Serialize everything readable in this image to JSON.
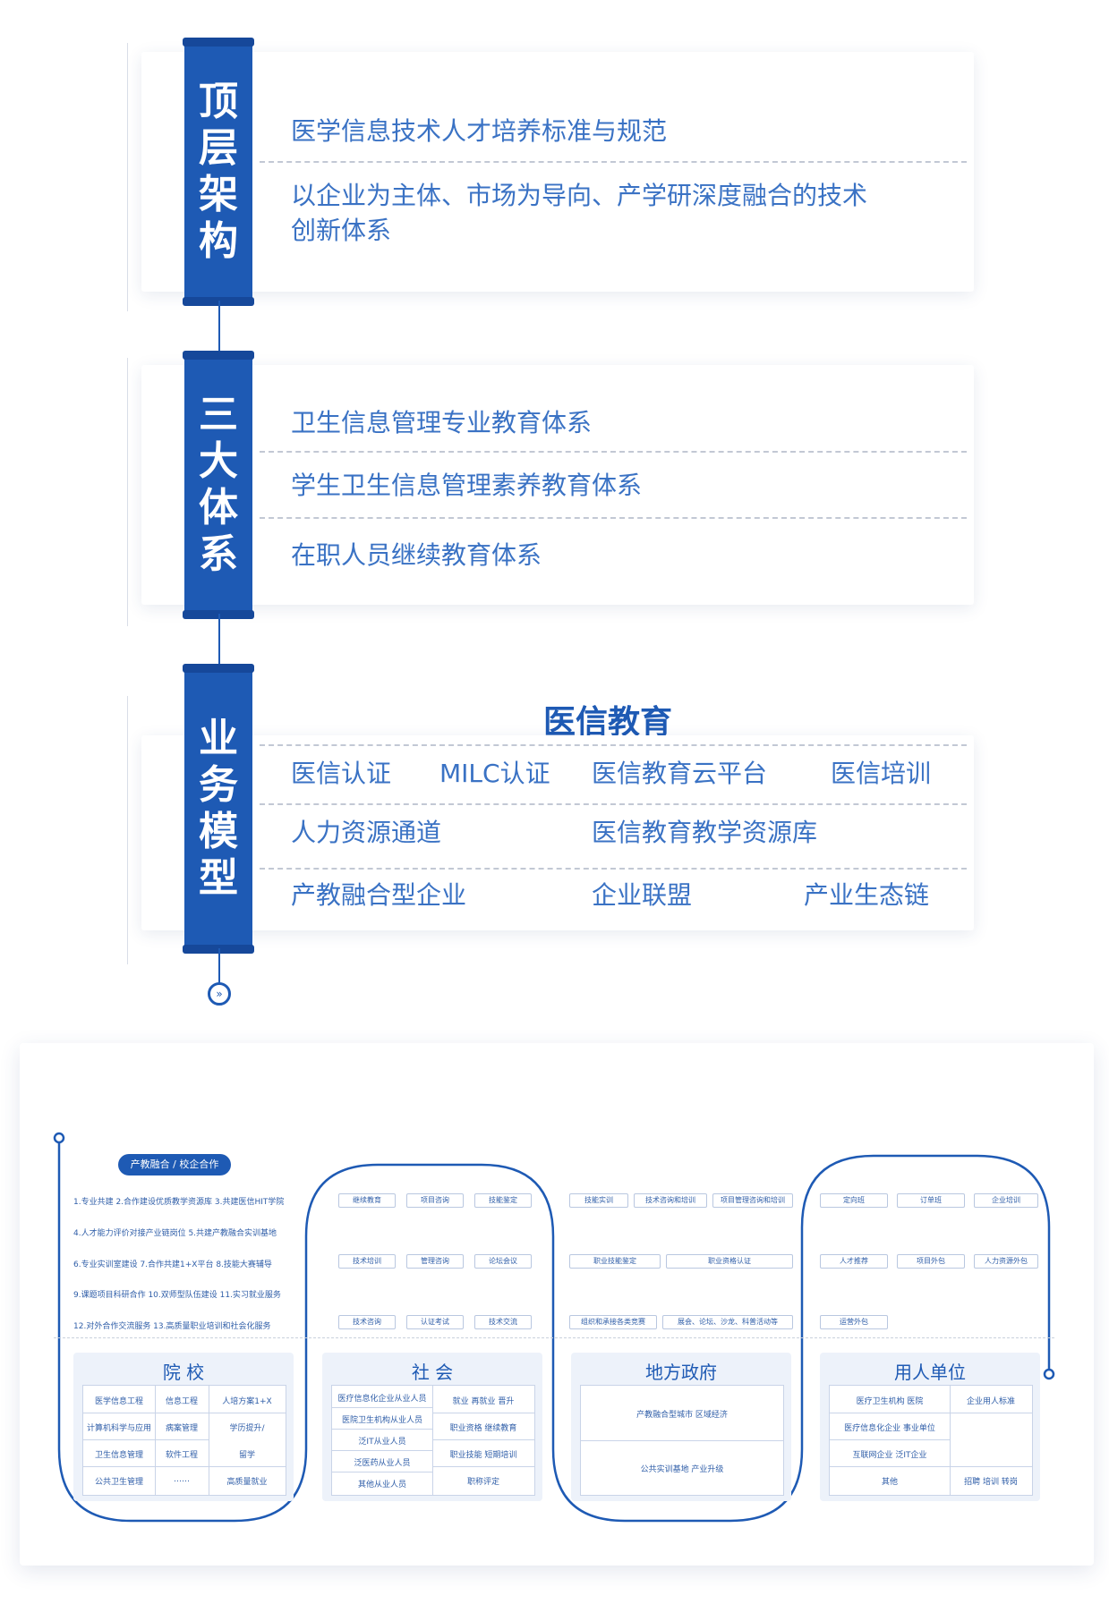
{
  "architecture": {
    "title": [
      "顶",
      "层",
      "架",
      "构"
    ],
    "item1": "医学信息技术人才培养标准与规范",
    "item2_l1": "以企业为主体、市场为导向、产学研深度融合的技术",
    "item2_l2": "创新体系"
  },
  "systems": {
    "title": [
      "三",
      "大",
      "体",
      "系"
    ],
    "items": [
      "卫生信息管理专业教育体系",
      "学生卫生信息管理素养教育体系",
      "在职人员继续教育体系"
    ]
  },
  "business": {
    "title": [
      "业",
      "务",
      "模",
      "型"
    ],
    "heading": "医信教育",
    "row1": [
      "医信认证",
      "MILC认证",
      "医信教育云平台",
      "医信培训"
    ],
    "row2": [
      "人力资源通道",
      "医信教育教学资源库"
    ],
    "row3": [
      "产教融合型企业",
      "企业联盟",
      "产业生态链"
    ]
  },
  "end_icon": "double-chevron-down-icon",
  "bottom": {
    "pill": "产教融合 / 校企合作",
    "school_lines": [
      "1.专业共建  2.合作建设优质教学资源库  3.共建医信HIT学院",
      "4.人才能力评价对接产业链岗位    5.共建产教融合实训基地",
      "6.专业实训室建设    7.合作共建1+X平台    8.技能大赛辅导",
      "9.课题项目科研合作   10.双师型队伍建设   11.实习就业服务",
      "12.对外合作交流服务        13.高质量职业培训和社会化服务"
    ],
    "society_tags": [
      "继续教育",
      "项目咨询",
      "技能鉴定",
      "技术培训",
      "管理咨询",
      "论坛会议",
      "技术咨询",
      "认证考试",
      "技术交流"
    ],
    "gov_tags": [
      "技能实训",
      "技术咨询和培训",
      "项目管理咨询和培训",
      "职业技能鉴定",
      "职业资格认证",
      "组织和承接各类竞赛",
      "展会、论坛、沙龙、科普活动等"
    ],
    "employer_tags": [
      "定向班",
      "订单班",
      "企业培训",
      "人才推荐",
      "项目外包",
      "人力资源外包",
      "运营外包"
    ],
    "school_box": {
      "title": "院  校",
      "rows": [
        [
          "医学信息工程",
          "信息工程",
          "人培方案1+X"
        ],
        [
          "计算机科学与应用",
          "病案管理",
          "学历提升/"
        ],
        [
          "卫生信息管理",
          "软件工程",
          "留学"
        ],
        [
          "公共卫生管理",
          "……",
          "高质量就业"
        ]
      ]
    },
    "society_box": {
      "title": "社  会",
      "left": [
        "医疗信息化企业从业人员",
        "医院卫生机构从业人员",
        "泛IT从业人员",
        "泛医药从业人员",
        "其他从业人员"
      ],
      "right": [
        "就业   再就业   晋升",
        "职业资格   继续教育",
        "职业技能   短期培训",
        "职称评定"
      ]
    },
    "gov_box": {
      "title": "地方政府",
      "rows": [
        "产教融合型城市      区域经济",
        "公共实训基地      产业升级"
      ]
    },
    "employer_box": {
      "title": "用人单位",
      "left": [
        "医疗卫生机构     医院",
        "医疗信息化企业  事业单位",
        "互联网企业     泛IT企业",
        "其他"
      ],
      "right_top": "企业用人标准",
      "right_bottom": "招聘   培训   转岗"
    }
  }
}
